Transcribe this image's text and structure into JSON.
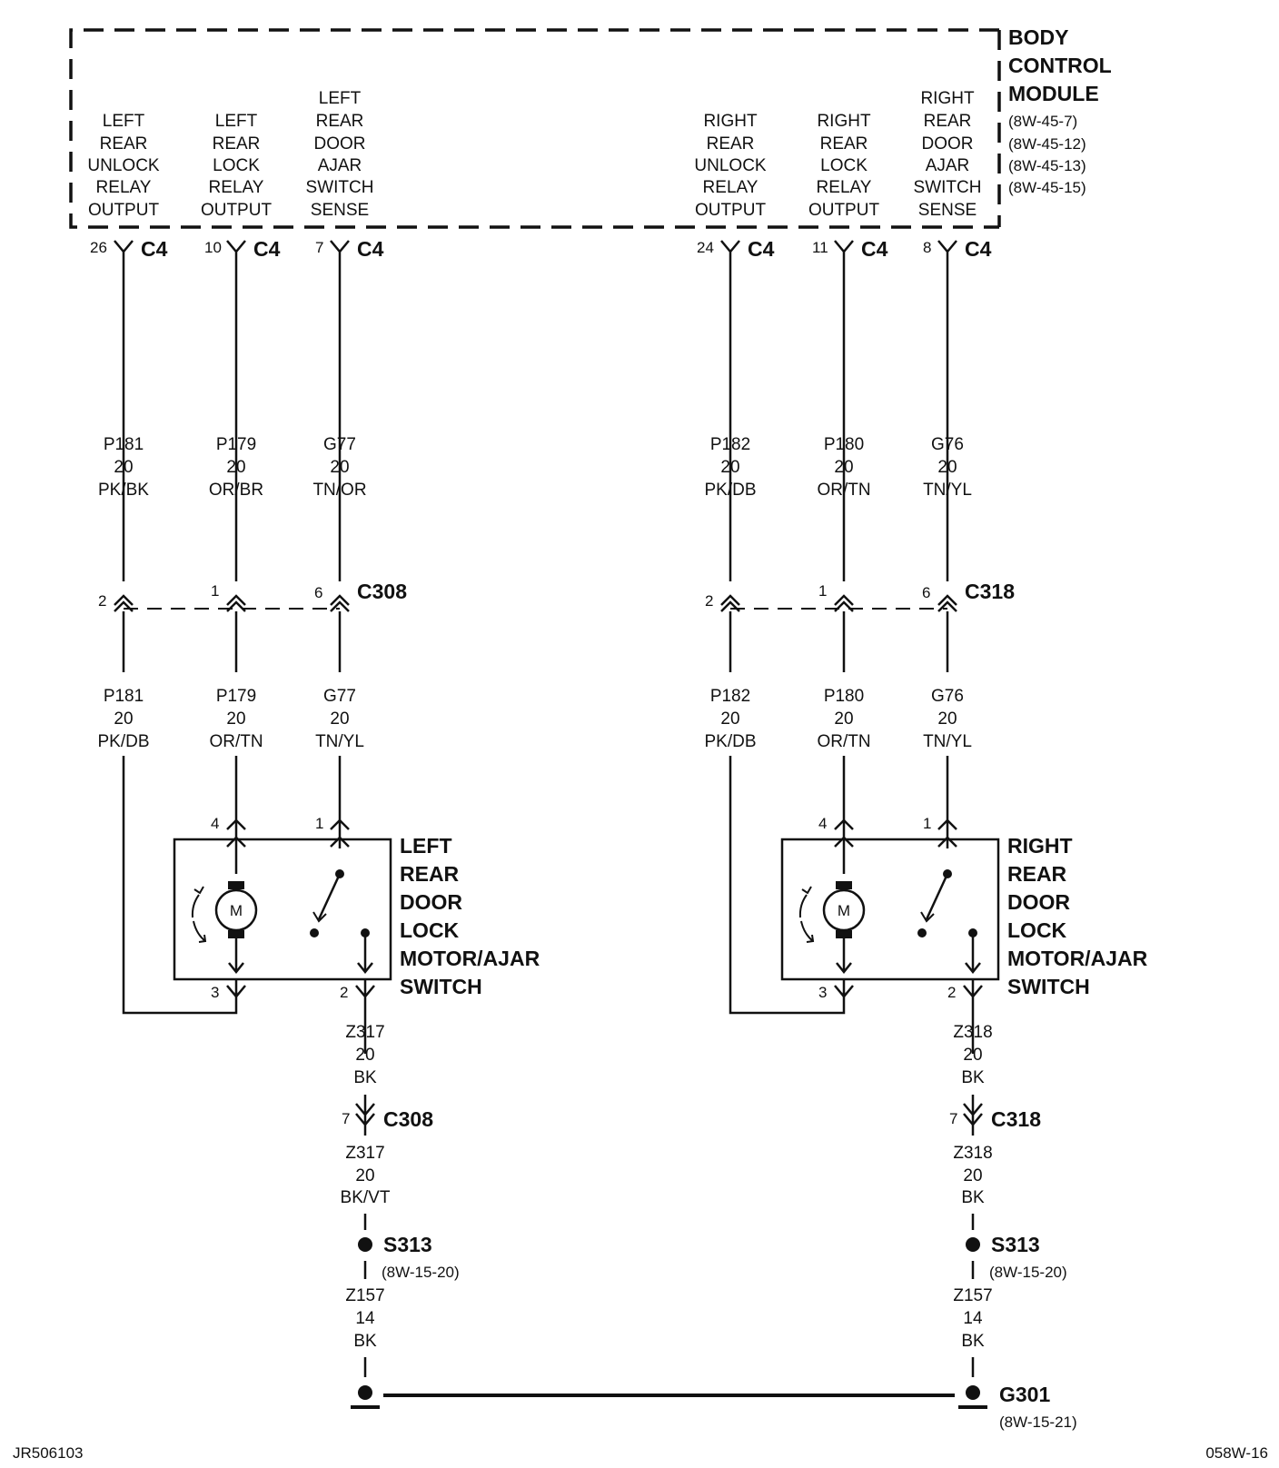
{
  "module": {
    "name_lines": [
      "BODY",
      "CONTROL",
      "MODULE"
    ],
    "refs": [
      "(8W-45-7)",
      "(8W-45-12)",
      "(8W-45-13)",
      "(8W-45-15)"
    ]
  },
  "terminals": [
    {
      "label": [
        "LEFT",
        "REAR",
        "UNLOCK",
        "RELAY",
        "OUTPUT"
      ],
      "pin": "26",
      "conn": "C4",
      "upper_wire": [
        "P181",
        "20",
        "PK/BK"
      ],
      "inline_pin": "2",
      "lower_wire": [
        "P181",
        "20",
        "PK/DB"
      ]
    },
    {
      "label": [
        "LEFT",
        "REAR",
        "LOCK",
        "RELAY",
        "OUTPUT"
      ],
      "pin": "10",
      "conn": "C4",
      "upper_wire": [
        "P179",
        "20",
        "OR/BR"
      ],
      "inline_pin": "1",
      "lower_wire": [
        "P179",
        "20",
        "OR/TN"
      ]
    },
    {
      "label": [
        "LEFT",
        "REAR",
        "DOOR",
        "AJAR",
        "SWITCH",
        "SENSE"
      ],
      "pin": "7",
      "conn": "C4",
      "upper_wire": [
        "G77",
        "20",
        "TN/OR"
      ],
      "inline_pin": "6",
      "lower_wire": [
        "G77",
        "20",
        "TN/YL"
      ]
    },
    {
      "label": [
        "RIGHT",
        "REAR",
        "UNLOCK",
        "RELAY",
        "OUTPUT"
      ],
      "pin": "24",
      "conn": "C4",
      "upper_wire": [
        "P182",
        "20",
        "PK/DB"
      ],
      "inline_pin": "2",
      "lower_wire": [
        "P182",
        "20",
        "PK/DB"
      ]
    },
    {
      "label": [
        "RIGHT",
        "REAR",
        "LOCK",
        "RELAY",
        "OUTPUT"
      ],
      "pin": "11",
      "conn": "C4",
      "upper_wire": [
        "P180",
        "20",
        "OR/TN"
      ],
      "inline_pin": "1",
      "lower_wire": [
        "P180",
        "20",
        "OR/TN"
      ]
    },
    {
      "label": [
        "RIGHT",
        "REAR",
        "DOOR",
        "AJAR",
        "SWITCH",
        "SENSE"
      ],
      "pin": "8",
      "conn": "C4",
      "upper_wire": [
        "G76",
        "20",
        "TN/YL"
      ],
      "inline_pin": "6",
      "lower_wire": [
        "G76",
        "20",
        "TN/YL"
      ]
    }
  ],
  "inline_connectors": {
    "left": "C308",
    "right": "C318"
  },
  "actuators": [
    {
      "title_lines": [
        "LEFT",
        "REAR",
        "DOOR",
        "LOCK",
        "MOTOR/AJAR",
        "SWITCH"
      ],
      "motor_symbol": "M",
      "pins": {
        "motor_top": "4",
        "switch_top": "1",
        "motor_bottom": "3",
        "switch_bottom": "2"
      },
      "ground_wire_1": [
        "Z317",
        "20",
        "BK"
      ],
      "conn_pin": "7",
      "conn": "C308",
      "ground_wire_2": [
        "Z317",
        "20",
        "BK/VT"
      ],
      "splice": "S313",
      "splice_ref": "(8W-15-20)",
      "ground_wire_3": [
        "Z157",
        "14",
        "BK"
      ]
    },
    {
      "title_lines": [
        "RIGHT",
        "REAR",
        "DOOR",
        "LOCK",
        "MOTOR/AJAR",
        "SWITCH"
      ],
      "motor_symbol": "M",
      "pins": {
        "motor_top": "4",
        "switch_top": "1",
        "motor_bottom": "3",
        "switch_bottom": "2"
      },
      "ground_wire_1": [
        "Z318",
        "20",
        "BK"
      ],
      "conn_pin": "7",
      "conn": "C318",
      "ground_wire_2": [
        "Z318",
        "20",
        "BK"
      ],
      "splice": "S313",
      "splice_ref": "(8W-15-20)",
      "ground_wire_3": [
        "Z157",
        "14",
        "BK"
      ]
    }
  ],
  "ground": {
    "name": "G301",
    "ref": "(8W-15-21)"
  },
  "footer": {
    "left": "JR506103",
    "right": "058W-16"
  }
}
